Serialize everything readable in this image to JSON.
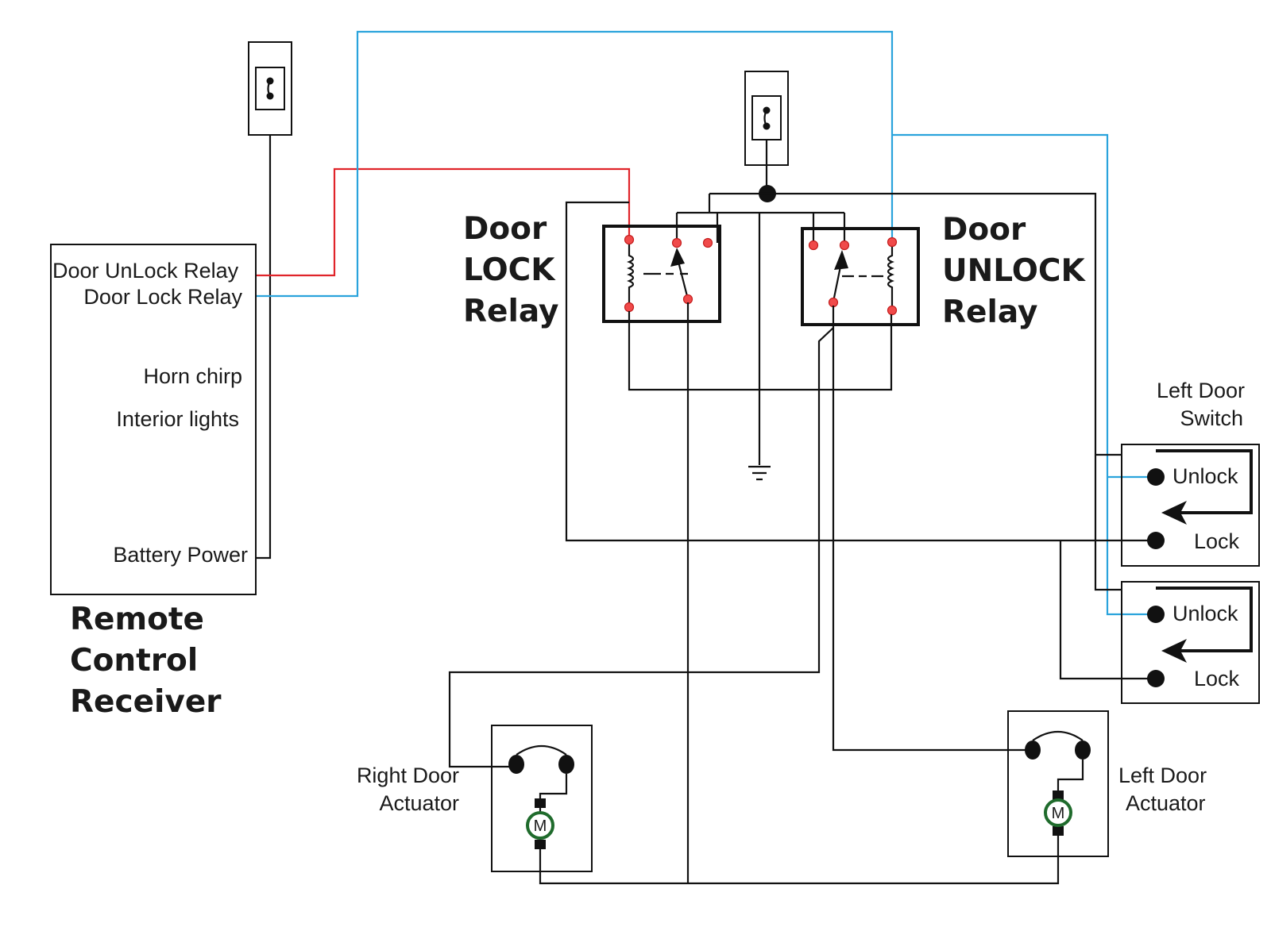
{
  "remote_receiver": {
    "title_lines": [
      "Remote",
      "Control",
      "Receiver"
    ],
    "outputs": {
      "unlock_relay": "Door UnLock Relay",
      "lock_relay": "Door Lock Relay",
      "horn": "Horn chirp",
      "lights": "Interior lights",
      "battery": "Battery Power"
    }
  },
  "lock_relay": {
    "title_lines": [
      "Door",
      "LOCK",
      "Relay"
    ]
  },
  "unlock_relay": {
    "title_lines": [
      "Door",
      "UNLOCK",
      "Relay"
    ]
  },
  "left_door_switch": {
    "title_lines": [
      "Left Door",
      "Switch"
    ],
    "unlock": "Unlock",
    "lock": "Lock"
  },
  "right_door_switch": {
    "unlock": "Unlock",
    "lock": "Lock"
  },
  "right_actuator": {
    "title_lines": [
      "Right Door",
      "Actuator"
    ],
    "motor": "M"
  },
  "left_actuator": {
    "title_lines": [
      "Left Door",
      "Actuator"
    ],
    "motor": "M"
  },
  "colors": {
    "red_wire": "#e0242a",
    "blue_wire": "#2aa3dc",
    "relay_pin": "#f04a4a",
    "motor_ring": "#1f6b2c"
  }
}
